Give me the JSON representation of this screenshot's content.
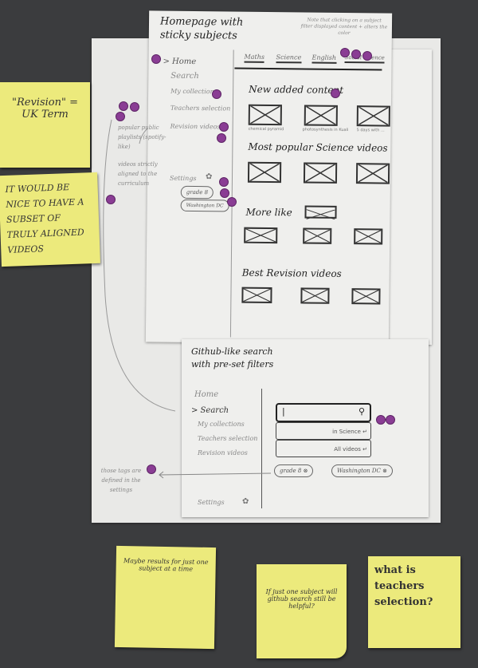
{
  "stickies": {
    "revision_term": "\"Revision\" = UK Term",
    "aligned_subset": "IT WOULD BE NICE TO HAVE A SUBSET OF TRULY ALIGNED VIDEOS",
    "one_subject": "Maybe results for just one subject at a time",
    "github_search": "If just one subject will github search still be helpful?",
    "teachers_selection": "what is teachers selection?"
  },
  "homepage": {
    "title": "Homepage with sticky subjects",
    "note": "Note that clicking on a subject filter displayed content + alters the color",
    "nav": [
      "> Home",
      "Search",
      "My collection",
      "Teachers selection",
      "Revision videos"
    ],
    "settings": "Settings",
    "tags": [
      "grade 8",
      "Washington DC"
    ],
    "tabs": [
      "Maths",
      "Science",
      "English",
      "Social science"
    ],
    "sections": {
      "new": "New added content",
      "popular": "Most popular Science videos",
      "more_like": "More like",
      "revision": "Best Revision videos"
    },
    "captions": [
      "chemical pyramid",
      "photosynthesis in Kuali",
      "5 days with ..."
    ]
  },
  "annotations": {
    "teachers": "popular public playlists (spotify-like)",
    "revision": "videos strictly aligned to the curriculum",
    "tags": "those tags are defined in the settings"
  },
  "search_page": {
    "title": "Github-like search with pre-set filters",
    "nav": [
      "Home",
      "> Search",
      "My collections",
      "Teachers selection",
      "Revision videos"
    ],
    "settings": "Settings",
    "input_value": "|",
    "suggestions": [
      "in Science ↵",
      "All videos ↵"
    ],
    "tags": [
      "grade 8 ⊗",
      "Washington DC ⊗"
    ]
  }
}
